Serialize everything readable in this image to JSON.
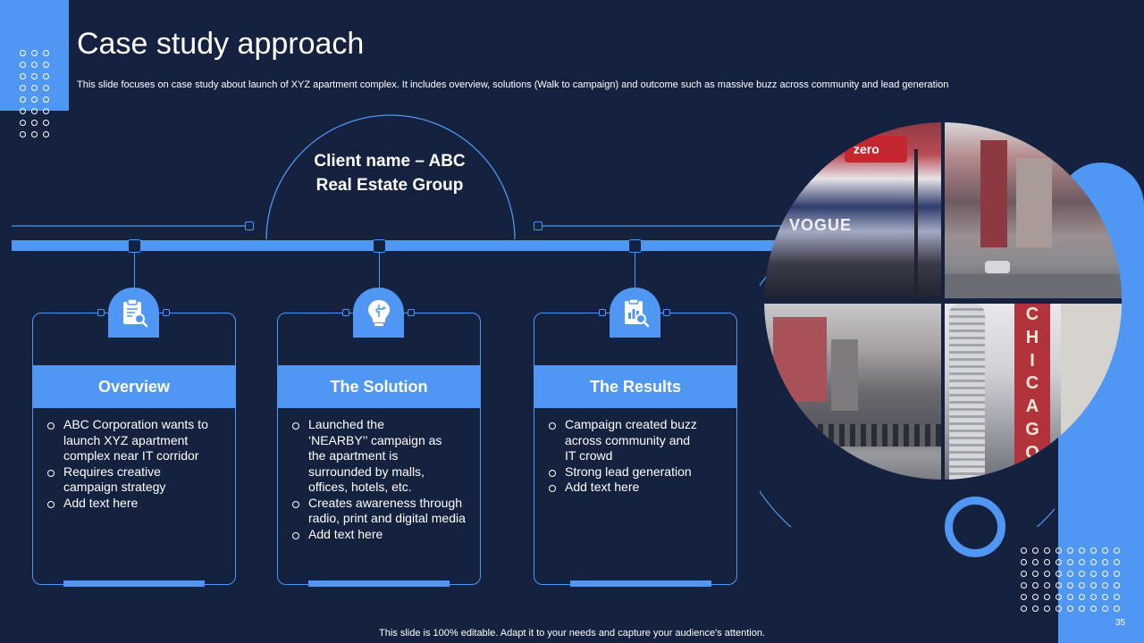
{
  "slide": {
    "title": "Case study approach",
    "subtitle": "This slide focuses on case study about launch of XYZ apartment complex. It includes overview, solutions (Walk to campaign) and outcome such as massive buzz across community and lead generation",
    "client_name": "Client name – ABC Real Estate Group",
    "footer": "This slide is 100% editable. Adapt it to your needs and capture your audience's attention.",
    "page_number": "35"
  },
  "cards": [
    {
      "title": "Overview",
      "icon": "clipboard-search-icon",
      "items": [
        "ABC Corporation wants to launch XYZ apartment complex near IT corridor",
        "Requires creative campaign strategy",
        "Add text here"
      ]
    },
    {
      "title": "The Solution",
      "icon": "lightbulb-puzzle-icon",
      "items": [
        "Launched the ‘NEARBY’’ campaign as the apartment is surrounded by malls, offices, hotels, etc.",
        "Creates awareness through radio, print and digital media",
        "Add text here"
      ]
    },
    {
      "title": "The Results",
      "icon": "report-search-icon",
      "items": [
        "Campaign created buzz across community and IT crowd",
        "Strong lead generation",
        "Add text here"
      ]
    }
  ],
  "photos": {
    "top_left": "coca-cola-zero billboard street scene",
    "top_right": "city street with cars and signs",
    "bottom_left": "busy crosswalk with pedestrians",
    "bottom_right": "CHICAGO theatre sign with towers"
  },
  "colors": {
    "background": "#14213f",
    "accent": "#4f97f2",
    "text": "#ffffff"
  }
}
